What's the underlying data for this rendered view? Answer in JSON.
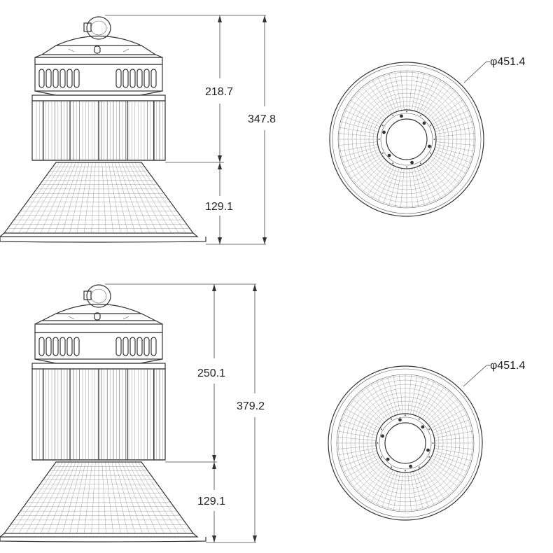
{
  "views": [
    {
      "side_view": {
        "upper_height_label": "218.7",
        "total_height_label": "347.8",
        "reflector_height_label": "129.1"
      },
      "bottom_view": {
        "diameter_label": "φ451.4"
      }
    },
    {
      "side_view": {
        "upper_height_label": "250.1",
        "total_height_label": "379.2",
        "reflector_height_label": "129.1"
      },
      "bottom_view": {
        "diameter_label": "φ451.4"
      }
    }
  ]
}
